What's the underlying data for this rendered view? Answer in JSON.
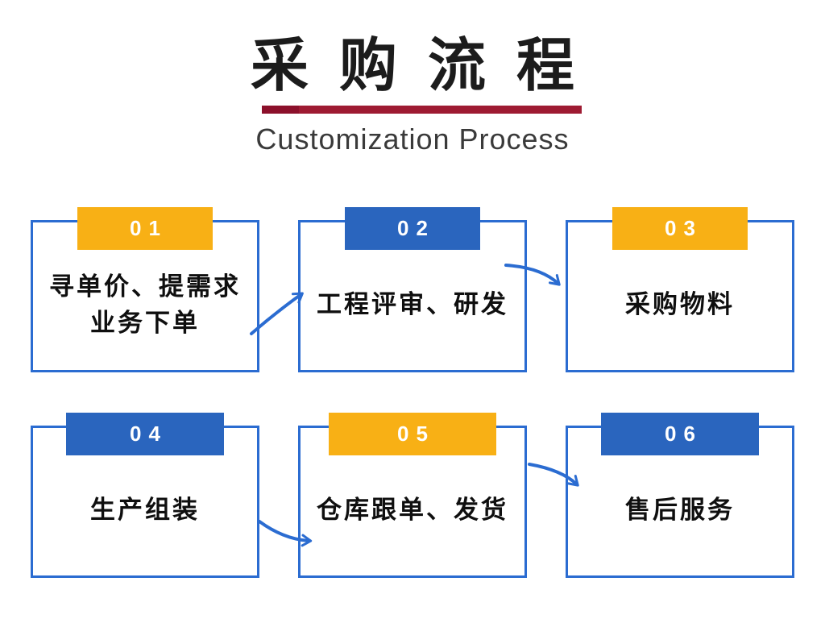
{
  "header": {
    "title": "采购流程",
    "subtitle": "Customization Process"
  },
  "steps": [
    {
      "number": "01",
      "badge_color": "#f8b015",
      "lines": [
        "寻单价、提需求",
        "业务下单"
      ]
    },
    {
      "number": "02",
      "badge_color": "#2a65be",
      "lines": [
        "工程评审、研发"
      ]
    },
    {
      "number": "03",
      "badge_color": "#f8b015",
      "lines": [
        "采购物料"
      ]
    },
    {
      "number": "04",
      "badge_color": "#2a65be",
      "lines": [
        "生产组装"
      ]
    },
    {
      "number": "05",
      "badge_color": "#f8b015",
      "lines": [
        "仓库跟单、发货"
      ]
    },
    {
      "number": "06",
      "badge_color": "#2a65be",
      "lines": [
        "售后服务"
      ]
    }
  ],
  "arrows": [
    {
      "from": "01",
      "to": "02"
    },
    {
      "from": "02",
      "to": "03"
    },
    {
      "from": "04",
      "to": "05"
    },
    {
      "from": "05",
      "to": "06"
    }
  ],
  "colors": {
    "box_border": "#2b6cd1",
    "arrow": "#2b6cd1",
    "badge_orange": "#f8b015",
    "badge_blue": "#2a65be",
    "divider_red": "#9e1b32",
    "divider_red_dark": "#8c102b",
    "title_text": "#1c1c1c",
    "subtitle_text": "#3a3a3a",
    "box_text": "#0f0f0f",
    "badge_text": "#ffffff"
  }
}
